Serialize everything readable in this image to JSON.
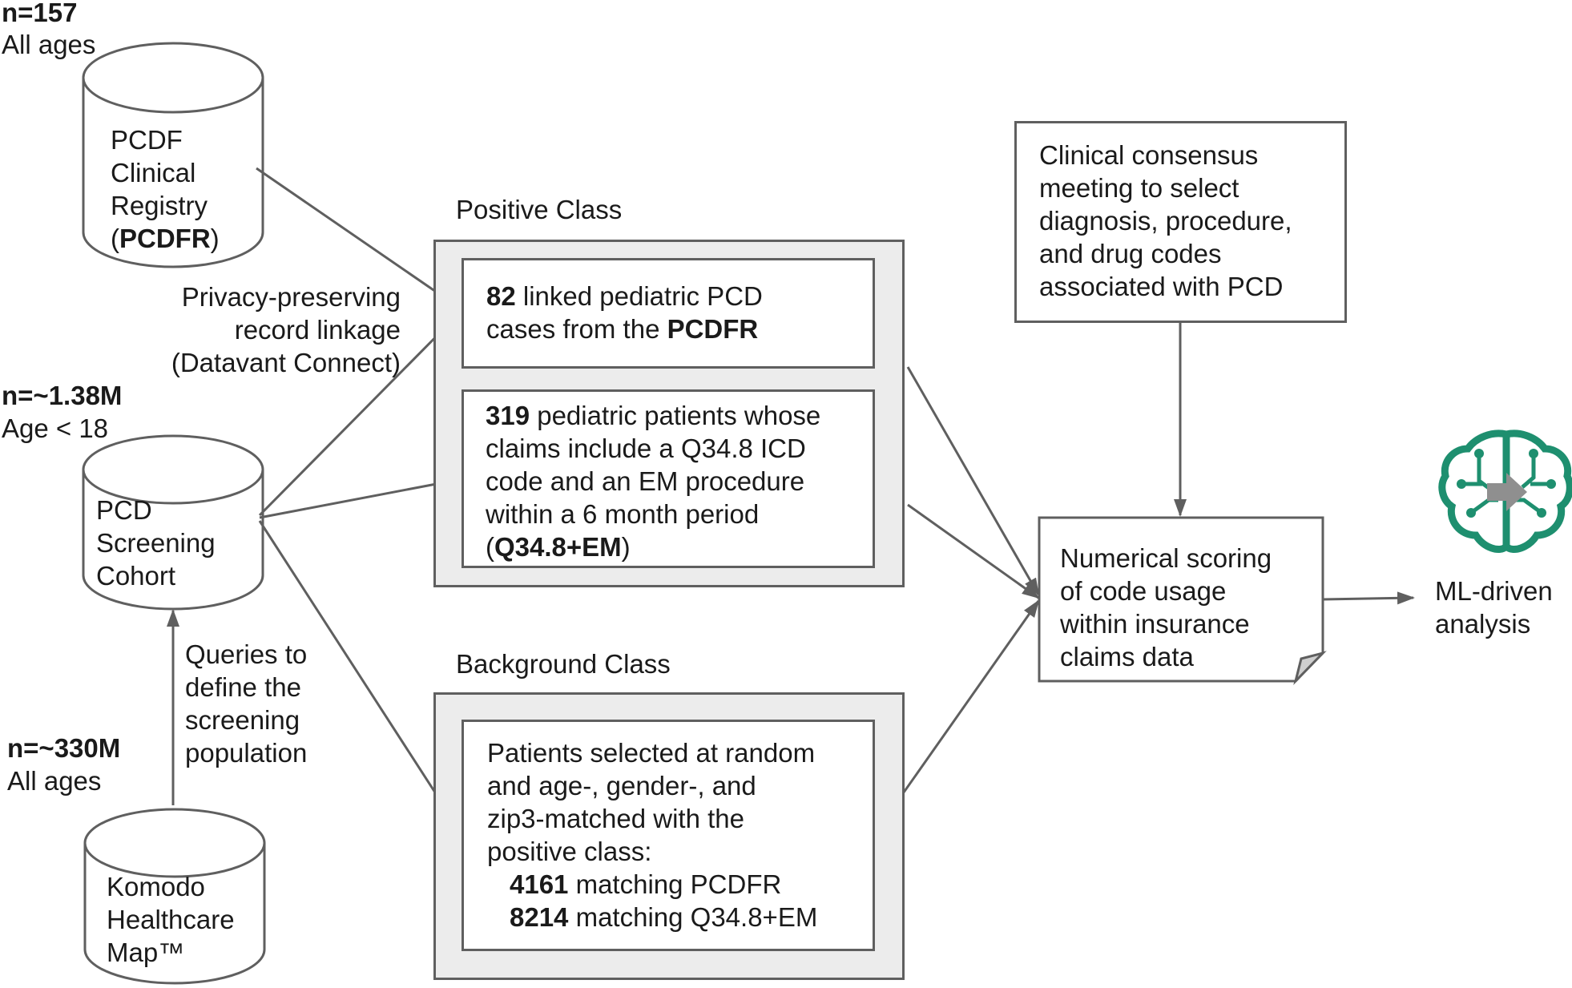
{
  "registry": {
    "n": "n=157",
    "ages": "All ages",
    "line1": "PCDF",
    "line2": "Clinical",
    "line3": "Registry",
    "open": "(",
    "bold": "PCDFR",
    "close": ")"
  },
  "screening": {
    "n": "n=~1.38M",
    "ages": "Age < 18",
    "line1": "PCD",
    "line2": "Screening",
    "line3": "Cohort"
  },
  "komodo": {
    "n": "n=~330M",
    "ages": "All ages",
    "line1": "Komodo",
    "line2": "Healthcare",
    "line3": "Map™"
  },
  "linkage": {
    "line1": "Privacy-preserving",
    "line2": "record linkage",
    "line3": "(Datavant Connect)"
  },
  "queries": {
    "line1": "Queries to",
    "line2": "define the",
    "line3": "screening",
    "line4": "population"
  },
  "positive": {
    "title": "Positive Class",
    "box1": {
      "num": "82",
      "line1_rest": " linked pediatric PCD",
      "line2_pre": "cases from the ",
      "line2_bold": "PCDFR"
    },
    "box2": {
      "num": "319",
      "line1_rest": " pediatric patients whose",
      "line2": "claims include a Q34.8 ICD",
      "line3": "code and an EM procedure",
      "line4": "within a 6 month period",
      "open": "(",
      "bold": "Q34.8+EM",
      "close": ")"
    }
  },
  "background": {
    "title": "Background Class",
    "line1": "Patients selected at random",
    "line2": "and age-, gender-, and",
    "line3": "zip3-matched with the",
    "line4": "positive class:",
    "m1_num": "4161",
    "m1_rest": " matching PCDFR",
    "m2_num": "8214",
    "m2_rest": " matching Q34.8+EM"
  },
  "consensus": {
    "line1": "Clinical consensus",
    "line2": "meeting to select",
    "line3": "diagnosis, procedure,",
    "line4": "and drug codes",
    "line5": "associated with PCD"
  },
  "scoring": {
    "line1": "Numerical scoring",
    "line2": "of code usage",
    "line3": "within insurance",
    "line4": "claims data"
  },
  "ml": {
    "line1": "ML-",
    "line2": "driven",
    "line3": "analysis",
    "icon": "brain-circuit-icon",
    "accent": "#1e8f6f"
  },
  "colors": {
    "line": "#5f5f5f",
    "panel": "#ececec"
  }
}
